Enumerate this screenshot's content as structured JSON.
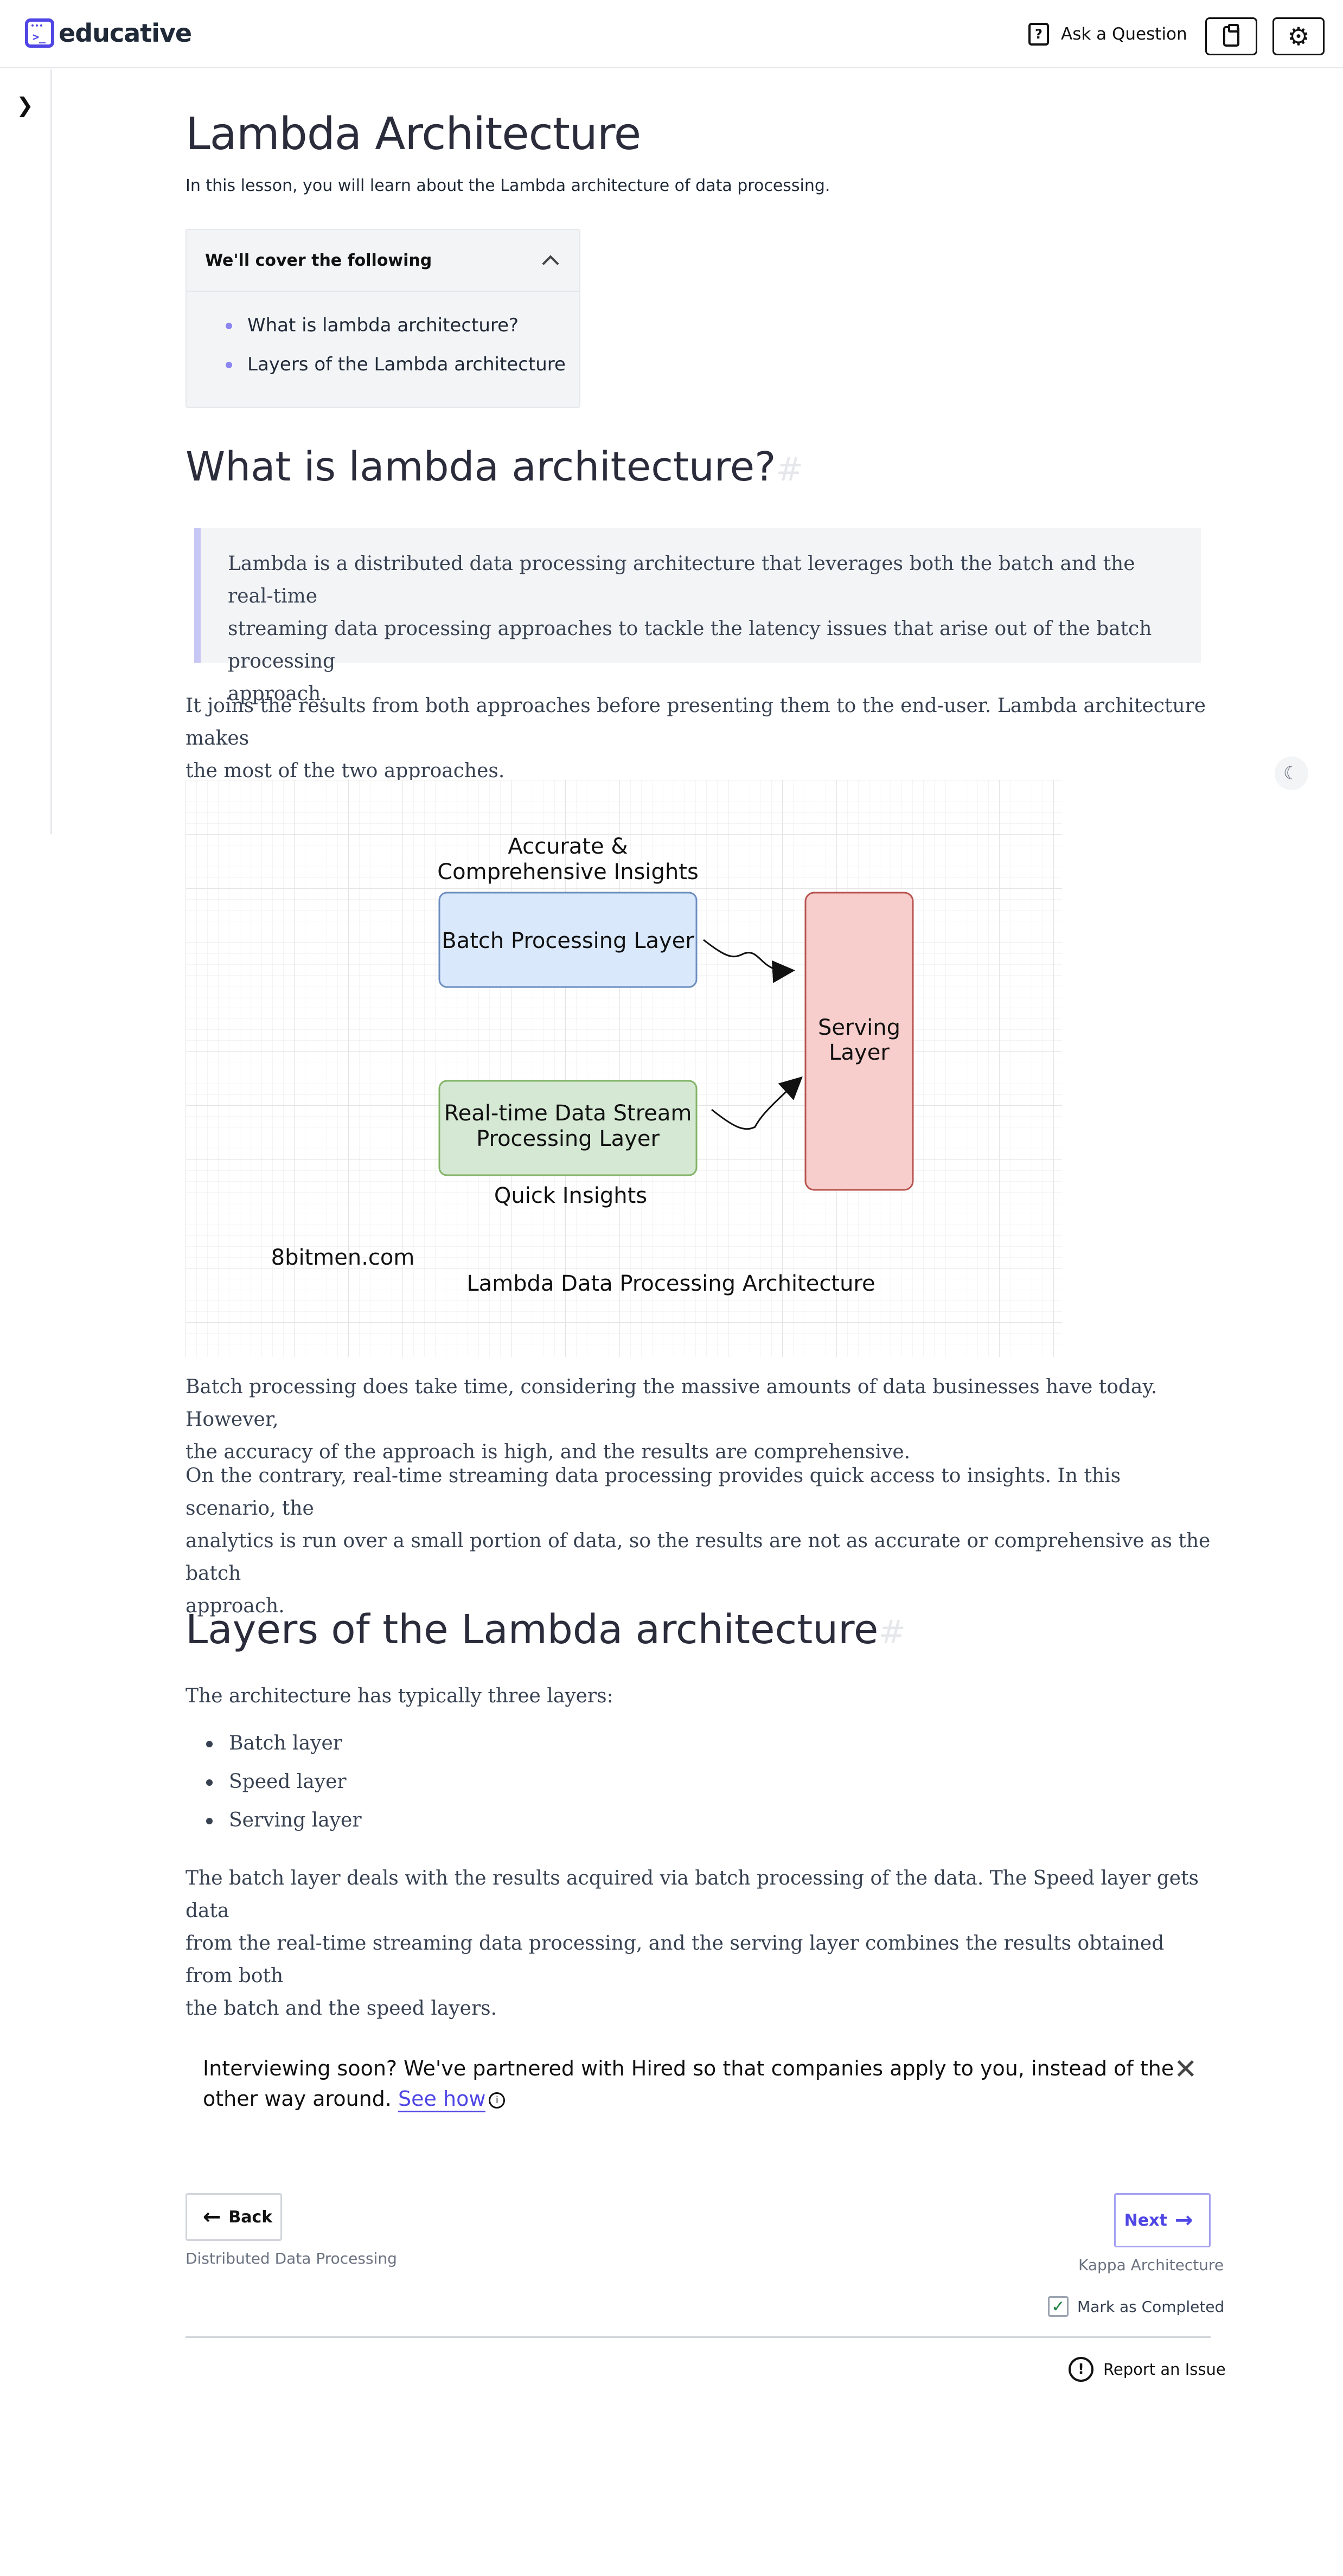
{
  "header": {
    "brand": "educative",
    "ask_label": "Ask a Question"
  },
  "lesson": {
    "title": "Lambda Architecture",
    "subtitle": "In this lesson, you will learn about the Lambda architecture of data processing.",
    "toc": {
      "title": "We'll cover the following",
      "items": [
        "What is lambda architecture?",
        "Layers of the Lambda architecture"
      ]
    },
    "section1": {
      "heading": "What is lambda architecture?",
      "quote_lines": [
        "Lambda is a distributed data processing architecture that leverages both the batch and the real-time",
        "streaming data processing approaches to tackle the latency issues that arise out of the batch processing",
        "approach."
      ],
      "para1_lines": [
        "It joins the results from both approaches before presenting them to the end-user. Lambda architecture makes",
        "the most of the two approaches."
      ],
      "para2_lines": [
        "Batch processing does take time, considering the massive amounts of data businesses have today. However,",
        "the accuracy of the approach is high, and the results are comprehensive."
      ],
      "para3_lines": [
        "On the contrary, real-time streaming data processing provides quick access to insights. In this scenario, the",
        "analytics is run over a small portion of data, so the results are not as accurate or comprehensive as the batch",
        "approach."
      ]
    },
    "diagram": {
      "accurate_label_lines": [
        "Accurate &",
        "Comprehensive Insights"
      ],
      "batch_layer": "Batch Processing Layer",
      "stream_layer_lines": [
        "Real-time Data Stream",
        "Processing Layer"
      ],
      "quick_label": "Quick Insights",
      "serving_layer_lines": [
        "Serving",
        "Layer"
      ],
      "watermark": "8bitmen.com",
      "caption": "Lambda Data Processing Architecture",
      "colors": {
        "batch_fill": "#dae8fc",
        "batch_stroke": "#6c8ebf",
        "stream_fill": "#d5e8d4",
        "stream_stroke": "#82b366",
        "serving_fill": "#f8cecc",
        "serving_stroke": "#b85450"
      }
    },
    "section2": {
      "heading": "Layers of the Lambda architecture",
      "intro": "The architecture has typically three layers:",
      "layers": [
        "Batch layer",
        "Speed layer",
        "Serving layer"
      ],
      "para_lines": [
        "The batch layer deals with the results acquired via batch processing of the data. The Speed layer gets data",
        "from the real-time streaming data processing, and the serving layer combines the results obtained from both",
        "the batch and the speed layers."
      ]
    }
  },
  "promo": {
    "line1": "Interviewing soon? We've partnered with Hired so that companies apply to you, instead of the",
    "line2": "other way around.",
    "link": "See how"
  },
  "nav": {
    "back_label": "Back",
    "back_sub": "Distributed Data Processing",
    "next_label": "Next",
    "next_sub": "Kappa Architecture",
    "complete_label": "Mark as Completed",
    "report_label": "Report an Issue"
  },
  "icons": {
    "brand": "terminal-icon",
    "ask": "question-icon",
    "clipboard": "clipboard-icon",
    "settings": "gear-icon",
    "sidebar": "chevron-right-icon",
    "theme": "moon-icon"
  }
}
